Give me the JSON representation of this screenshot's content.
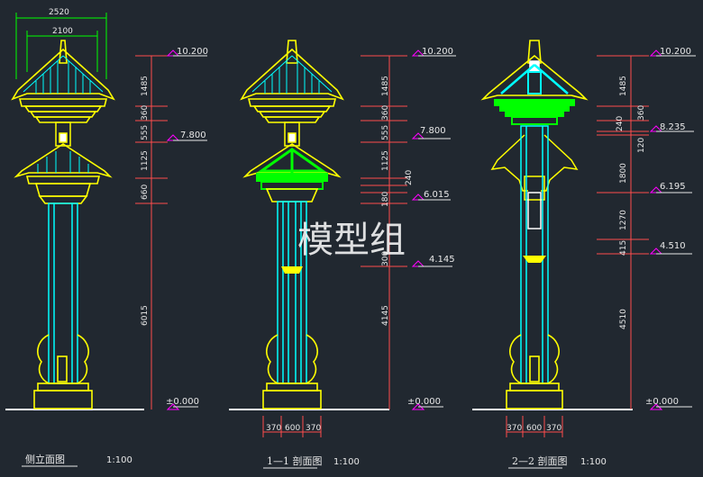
{
  "watermark": "模型组",
  "views": [
    {
      "caption": "侧立面图",
      "scale": "1:100",
      "top_dims": [
        "2520",
        "2100"
      ],
      "levels": [
        "10.200",
        "7.800",
        "±0.000"
      ],
      "v_dims": [
        "1485",
        "360",
        "555",
        "1125",
        "660",
        "6015"
      ],
      "bottom_dims": []
    },
    {
      "caption": "1—1 剖面图",
      "scale": "1:100",
      "top_dims": [],
      "levels": [
        "10.200",
        "7.800",
        "6.015",
        "4.145",
        "±0.000"
      ],
      "v_dims": [
        "1485",
        "360",
        "555",
        "1125",
        "240",
        "180",
        "300",
        "4145"
      ],
      "bottom_dims": [
        "370",
        "600",
        "370"
      ]
    },
    {
      "caption": "2—2 剖面图",
      "scale": "1:100",
      "top_dims": [],
      "levels": [
        "10.200",
        "8.235",
        "6.195",
        "4.510",
        "±0.000"
      ],
      "v_dims": [
        "1485",
        "360",
        "240",
        "120",
        "1800",
        "1270",
        "415",
        "4510"
      ],
      "bottom_dims": [
        "370",
        "600",
        "370"
      ]
    }
  ],
  "colors": {
    "background": "#212830",
    "roof_outline": "#ffff00",
    "column": "#00ffff",
    "section_fill": "#00ff00",
    "level_marker": "#ff00ff",
    "dimension_line": "#ff4d4d",
    "text": "#e8e8e8"
  }
}
